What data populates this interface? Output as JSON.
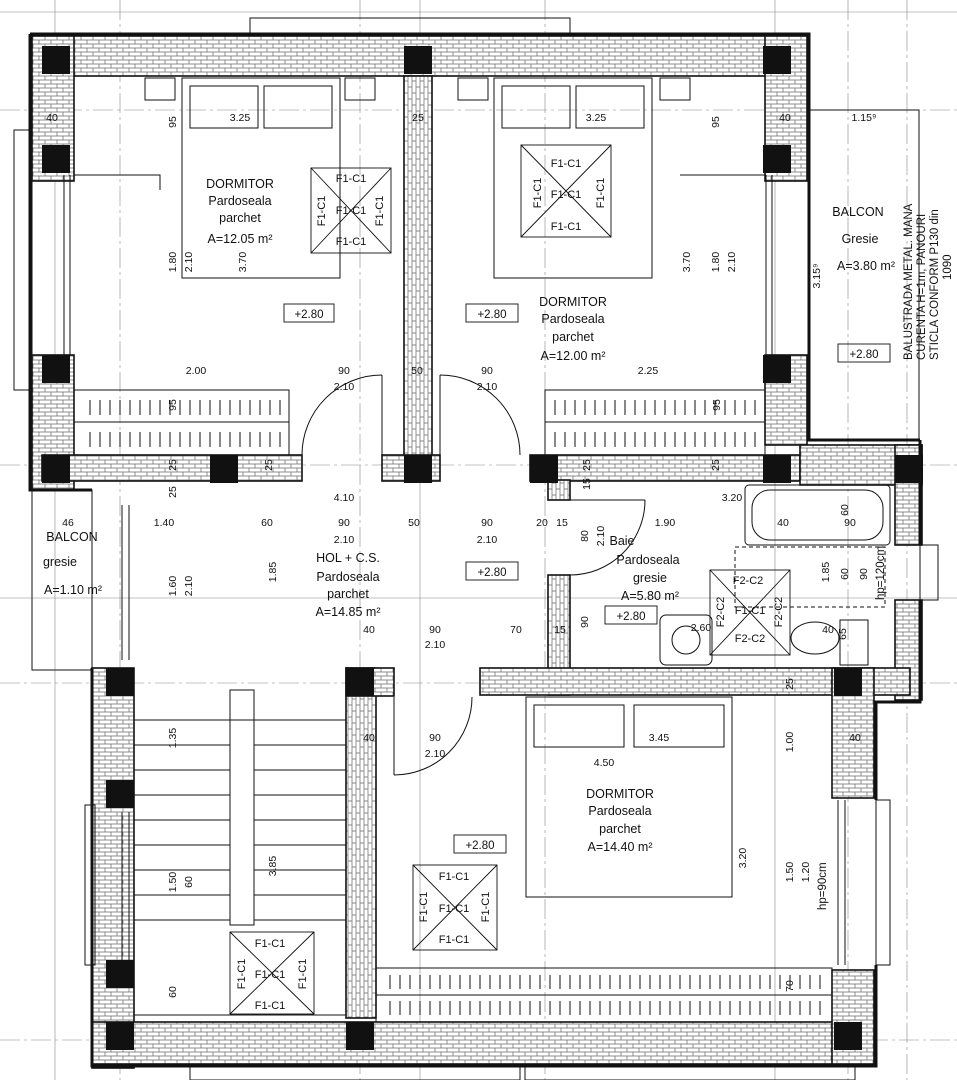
{
  "rooms": {
    "dorm1": {
      "name": "DORMITOR",
      "floor": "Pardoseala",
      "finish": "parchet",
      "area": "A=12.05 m²"
    },
    "dorm2": {
      "name": "DORMITOR",
      "floor": "Pardoseala",
      "finish": "parchet",
      "area": "A=12.00 m²"
    },
    "balcon_right": {
      "name": "BALCON",
      "floor": "Gresie",
      "area": "A=3.80 m²"
    },
    "hol": {
      "name": "HOL + C.S.",
      "floor": "Pardoseala",
      "finish": "parchet",
      "area": "A=14.85 m²"
    },
    "baie": {
      "name": "Baie",
      "floor": "Pardoseala",
      "finish": "gresie",
      "area": "A=5.80 m²"
    },
    "balcon_left": {
      "name": "BALCON",
      "floor": "gresie",
      "area": "A=1.10 m²"
    },
    "dorm3": {
      "name": "DORMITOR",
      "floor": "Pardoseala",
      "finish": "parchet",
      "area": "A=14.40 m²"
    }
  },
  "elevations": [
    "+2.80",
    "+2.80",
    "+2.80",
    "+2.80",
    "+2.80",
    "+2.80"
  ],
  "fixtures": {
    "f1c1": "F1-C1",
    "f2c2": "F2-C2"
  },
  "notes": {
    "balustrade_1": "BALUSTRADA METAL. MANA",
    "balustrade_2": "CURENTA H=1m, PANOURI",
    "balustrade_3": "STICLA CONFORM P130 din",
    "balustrade_4": "1090",
    "window_hp_120": "hp=120cm",
    "window_hp_90": "hp=90cm"
  },
  "dims": {
    "d_40a": "40",
    "d_95a": "95",
    "d_325a": "3.25",
    "d_25a": "25",
    "d_325b": "3.25",
    "d_95b": "95",
    "d_40b": "40",
    "d_115": "1.15⁹",
    "d_180a": "1.80",
    "d_210a": "2.10",
    "d_370a": "3.70",
    "d_370b": "3.70",
    "d_180b": "1.80",
    "d_210b": "2.10",
    "d_315": "3.15⁹",
    "d_200": "2.00",
    "d_90a": "90",
    "d_210c": "2.10",
    "d_50a": "50",
    "d_90b": "90",
    "d_210d": "2.10",
    "d_225": "2.25",
    "d_95c": "95",
    "d_95d": "95",
    "d_25b": "25",
    "d_25c": "25",
    "d_25d": "25",
    "d_25e": "25",
    "d_15a": "15",
    "d_410": "4.10",
    "d_320a": "3.20",
    "d_60a": "60",
    "d_46": "46",
    "d_140": "1.40",
    "d_60b": "60",
    "d_90c": "90",
    "d_50b": "50",
    "d_90d": "90",
    "d_20": "20",
    "d_15b": "15",
    "d_80": "80",
    "d_210e": "2.10",
    "d_190": "1.90",
    "d_40c": "40",
    "d_90e": "90",
    "d_210f": "2.10",
    "d_210g": "2.10",
    "d_160": "1.60",
    "d_210h": "2.10",
    "d_185a": "1.85",
    "d_185b": "1.85",
    "d_60c": "60",
    "d_90f": "90",
    "d_40d": "40",
    "d_40e": "40",
    "d_90g": "90",
    "d_70": "70",
    "d_15c": "15",
    "d_90h": "90",
    "d_260": "2.60",
    "d_210i": "2.10",
    "d_65": "65",
    "d_25f": "25",
    "d_135": "1.35",
    "d_40f": "40",
    "d_90i": "90",
    "d_210j": "2.10",
    "d_450": "4.50",
    "d_345": "3.45",
    "d_100": "1.00",
    "d_40g": "40",
    "d_150a": "1.50",
    "d_60d": "60",
    "d_385": "3.85",
    "d_320b": "3.20",
    "d_150b": "1.50",
    "d_120": "1.20",
    "d_60e": "60",
    "d_70b": "70"
  }
}
